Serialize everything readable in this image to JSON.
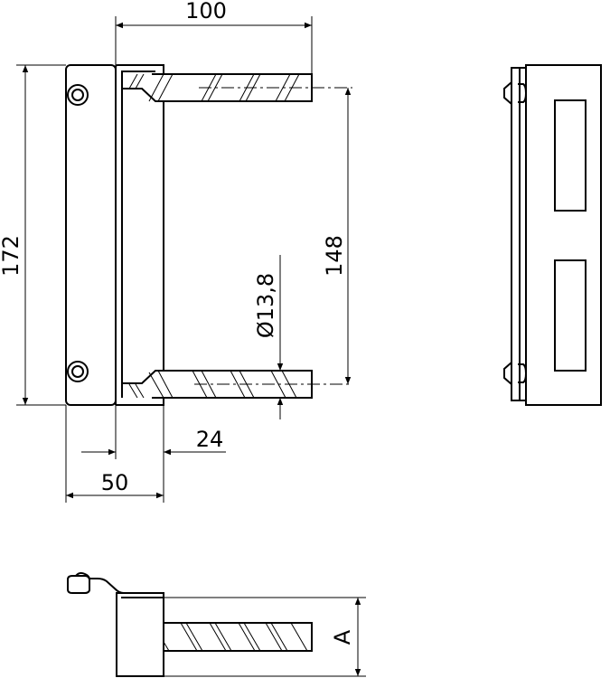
{
  "dimensions": {
    "width_overall": "100",
    "height_overall": "172",
    "rod_spacing": "148",
    "rod_diameter": "Ø13,8",
    "bracket_depth": "24",
    "plate_depth": "50",
    "variable_height": "A"
  },
  "colors": {
    "line": "#000000",
    "background": "#ffffff"
  }
}
